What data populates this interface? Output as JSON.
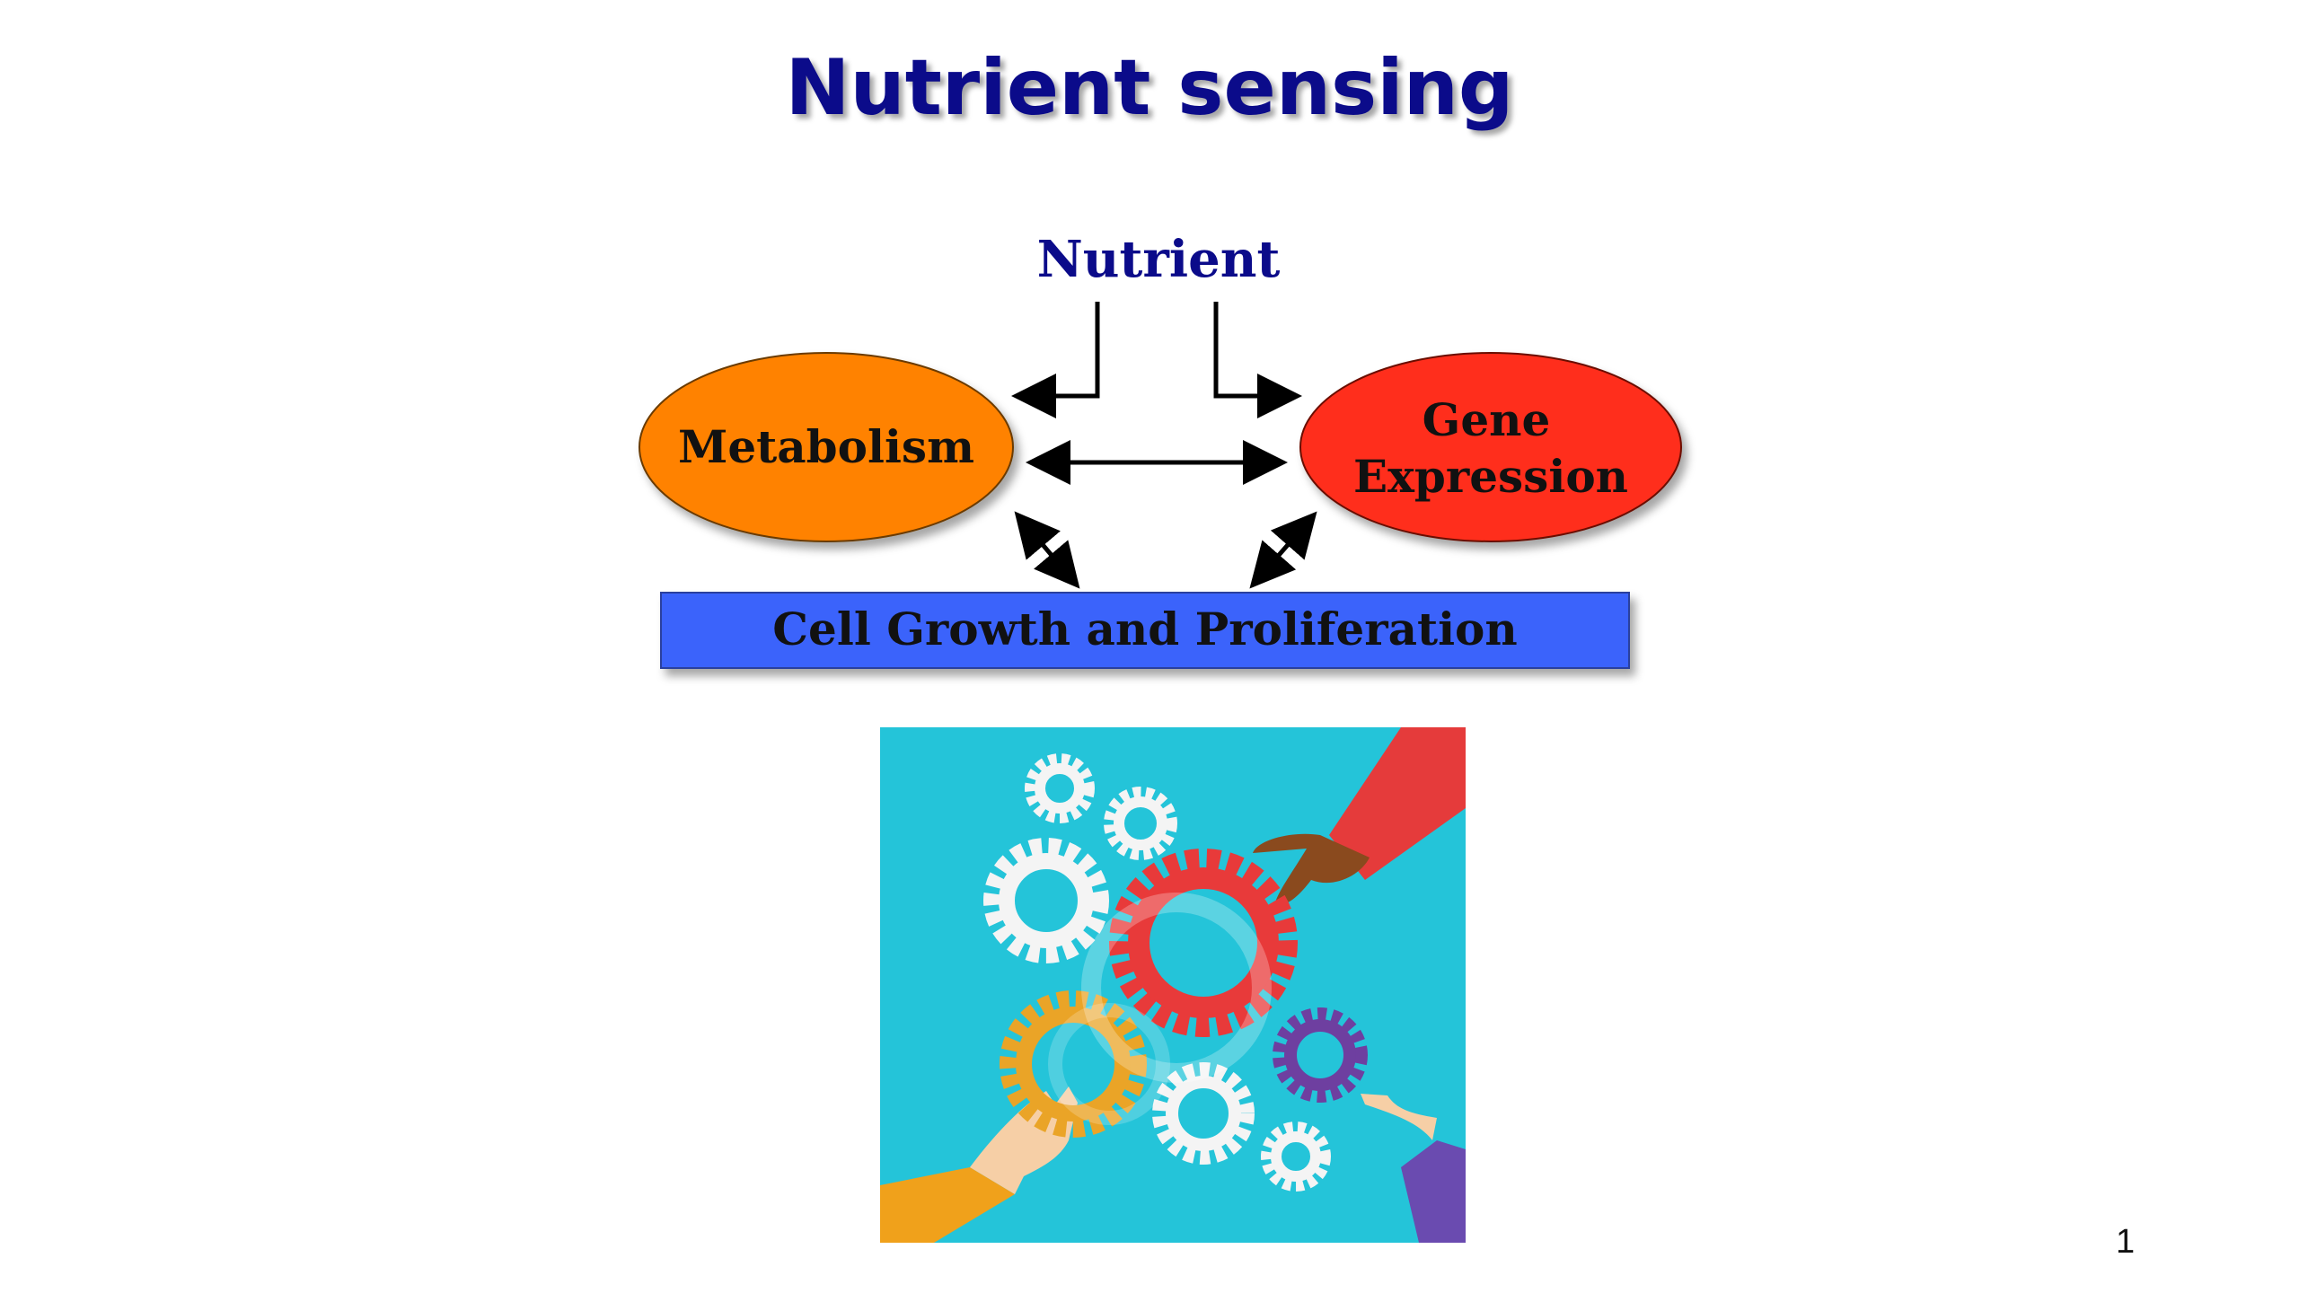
{
  "slide": {
    "title": "Nutrient sensing",
    "page_number": "1"
  },
  "diagram": {
    "nutrient_label": "Nutrient",
    "metabolism_label": "Metabolism",
    "gene_expression_line1": "Gene",
    "gene_expression_line2": "Expression",
    "cell_growth_label": "Cell Growth and Proliferation",
    "colors": {
      "title": "#0b0b8a",
      "nutrient": "#0b0b8a",
      "metabolism_fill": "#ff8200",
      "gene_expression_fill": "#ff2e1c",
      "cell_growth_fill": "#3a63fb",
      "illustration_bg": "#25c7dc"
    }
  },
  "illustration": {
    "description_icon": "gears-with-hands-icon"
  }
}
